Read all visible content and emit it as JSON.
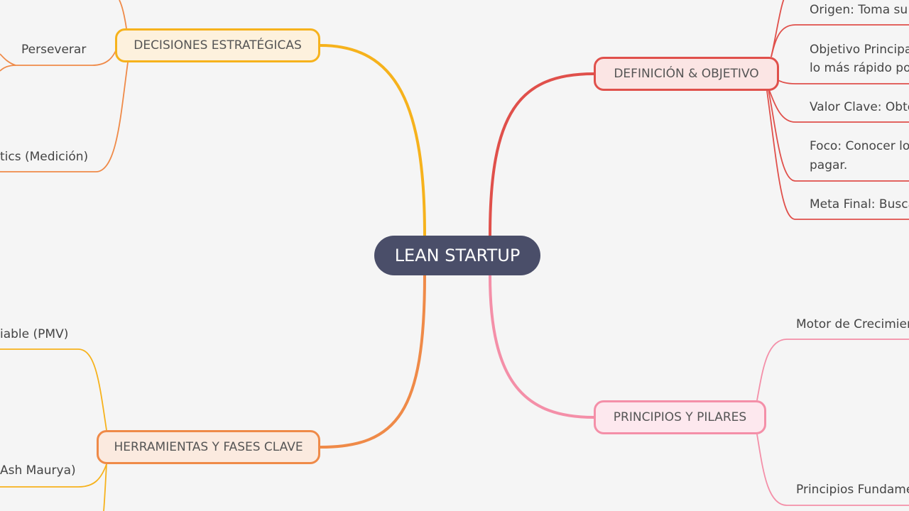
{
  "center": {
    "label": "LEAN STARTUP",
    "color": "#4a4e69"
  },
  "branches": {
    "decisiones": {
      "label": "DECISIONES ESTRATÉGICAS",
      "color": "#f6b21c",
      "items": [
        "Perseverar",
        "tics (Medición)"
      ]
    },
    "definicion": {
      "label": "DEFINICIÓN & OBJETIVO",
      "color": "#e0504b",
      "items": [
        "Origen: Toma su",
        "Objetivo Principa",
        "lo más rápido po",
        "Valor Clave: Obte",
        "Foco: Conocer lo",
        "pagar.",
        "Meta Final: Busca"
      ]
    },
    "herramientas": {
      "label": "HERRAMIENTAS Y FASES CLAVE",
      "color": "#ef8a48",
      "items": [
        "iable (PMV)",
        "Ash Maurya)"
      ]
    },
    "principios": {
      "label": "PRINCIPIOS Y PILARES",
      "color": "#f48fa8",
      "items": [
        "Motor de Crecimier",
        "Principios Fundame"
      ]
    }
  }
}
